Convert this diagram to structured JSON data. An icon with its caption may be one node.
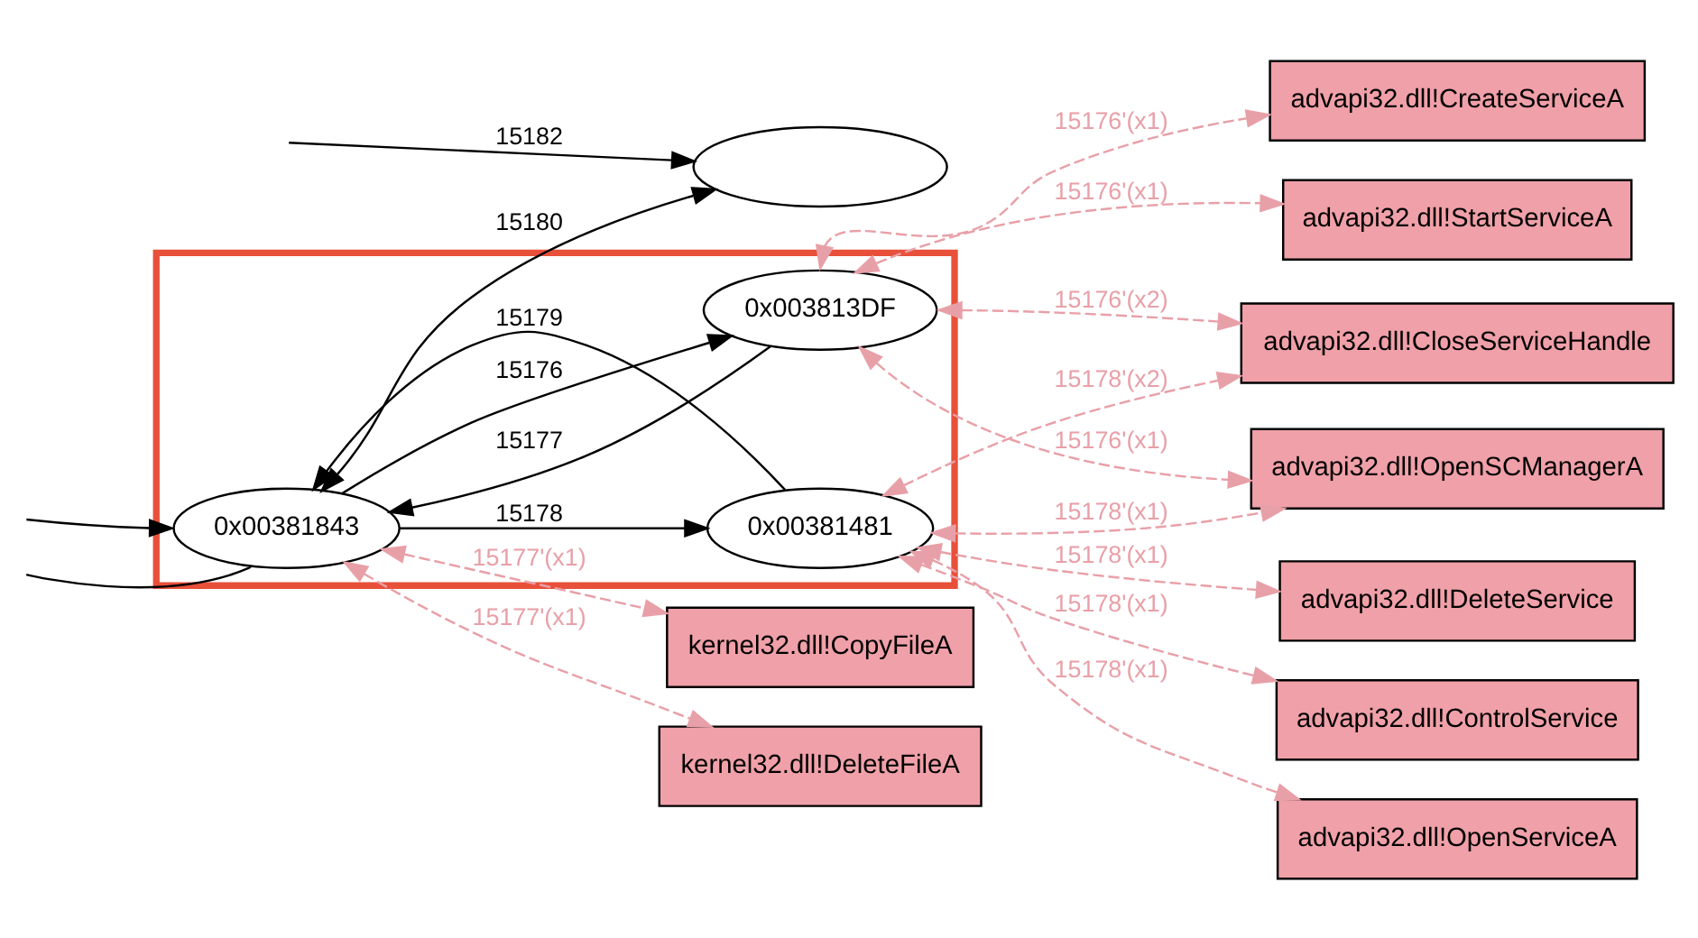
{
  "diagram": {
    "nodes": [
      {
        "text": [],
        "shape": "box"
      },
      {
        "text": [
          "0x003813DF"
        ],
        "in": 0
      },
      {
        "text": [
          "0x00381843"
        ],
        "in": 0
      },
      {
        "text": [
          "0x00381481"
        ],
        "in": 0
      },
      {
        "text": [
          "kernel32.dll!CopyFileA"
        ]
      },
      {
        "text": [
          "kernel32.dll!DeleteFileA"
        ]
      },
      {
        "text": [
          "advapi32.dll!CreateServiceA"
        ]
      },
      {
        "text": [
          "advapi32.dll!StartServiceA"
        ]
      },
      {
        "text": [
          "advapi32.dll!CloseServiceHandle"
        ]
      },
      {
        "text": [
          "advapi32.dll!OpenSCManagerA"
        ]
      },
      {
        "text": [
          "advapi32.dll!DeleteService"
        ]
      },
      {
        "text": [
          "advapi32.dll!ControlService"
        ]
      },
      {
        "text": [
          "advapi32.dll!OpenServiceA"
        ]
      },
      {
        "text": [],
        "shape": "ellipse"
      }
    ],
    "edges": [
      {
        "from": 2,
        "to": 1,
        "label": "15176",
        "arrow": "to",
        "color": "#000000"
      },
      {
        "from": 1,
        "to": 2,
        "label": "15177",
        "arrow": "to",
        "color": "#000000"
      },
      {
        "from": 2,
        "to": 3,
        "label": "15178",
        "arrow": "to",
        "color": "#000000"
      },
      {
        "from": 3,
        "to": 2,
        "label": "15179",
        "arrow": "to",
        "color": "#000000"
      },
      {
        "from": 2,
        "to": 13,
        "label": "15180",
        "arrow": "both",
        "color": "#000000"
      },
      {
        "from": 2,
        "to": null,
        "arrow": "none",
        "color": "#000000"
      },
      {
        "from": null,
        "to": 2,
        "arrow": "to",
        "color": "#000000"
      },
      {
        "from": null,
        "to": 13,
        "label": "15182",
        "arrow": "to",
        "color": "#000000"
      },
      {
        "from": 2,
        "to": 4,
        "label": "15177'(x1)",
        "arrow": "both",
        "style": "dashed",
        "color": "#e8a0a8"
      },
      {
        "from": 2,
        "to": 5,
        "label": "15177'(x1)",
        "arrow": "both",
        "style": "dashed",
        "color": "#e8a0a8"
      },
      {
        "from": 1,
        "to": 6,
        "label": "15176'(x1)",
        "arrow": "both",
        "style": "dashed",
        "color": "#e8a0a8"
      },
      {
        "from": 1,
        "to": 7,
        "label": "15176'(x1)",
        "arrow": "both",
        "style": "dashed",
        "color": "#e8a0a8"
      },
      {
        "from": 1,
        "to": 8,
        "label": "15176'(x2)",
        "arrow": "both",
        "style": "dashed",
        "color": "#e8a0a8"
      },
      {
        "from": 1,
        "to": 9,
        "label": "15176'(x1)",
        "arrow": "both",
        "style": "dashed",
        "color": "#e8a0a8"
      },
      {
        "from": 3,
        "to": 8,
        "label": "15178'(x2)",
        "arrow": "both",
        "style": "dashed",
        "color": "#e8a0a8"
      },
      {
        "from": 3,
        "to": 9,
        "label": "15178'(x1)",
        "arrow": "both",
        "style": "dashed",
        "color": "#e8a0a8"
      },
      {
        "from": 3,
        "to": 10,
        "label": "15178'(x1)",
        "arrow": "both",
        "style": "dashed",
        "color": "#e8a0a8"
      },
      {
        "from": 3,
        "to": 11,
        "label": "15178'(x1)",
        "arrow": "both",
        "style": "dashed",
        "color": "#e8a0a8"
      },
      {
        "from": 3,
        "to": 12,
        "label": "15178'(x1)",
        "arrow": "both",
        "style": "dashed",
        "color": "#e8a0a8"
      }
    ]
  }
}
